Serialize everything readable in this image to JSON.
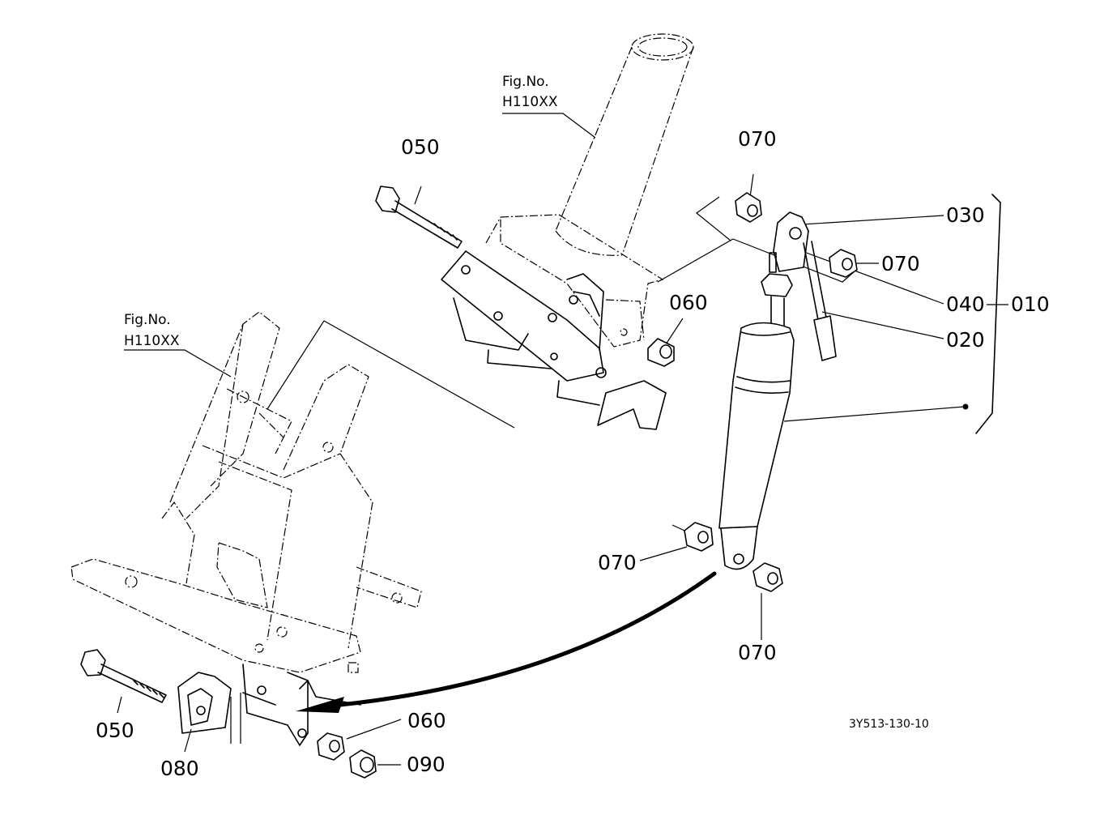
{
  "figure_refs": [
    {
      "line1": "Fig.No.",
      "line2": "H110XX"
    },
    {
      "line1": "Fig.No.",
      "line2": "H110XX"
    }
  ],
  "callouts": {
    "p050_top": "050",
    "p070_top": "070",
    "p030": "030",
    "p070_right": "070",
    "p040": "040",
    "p010": "010",
    "p020": "020",
    "p060_top": "060",
    "p070_left": "070",
    "p070_bottom": "070",
    "p050_bottom": "050",
    "p080": "080",
    "p060_bottom": "060",
    "p090": "090"
  },
  "drawing_number": "3Y513-130-10"
}
